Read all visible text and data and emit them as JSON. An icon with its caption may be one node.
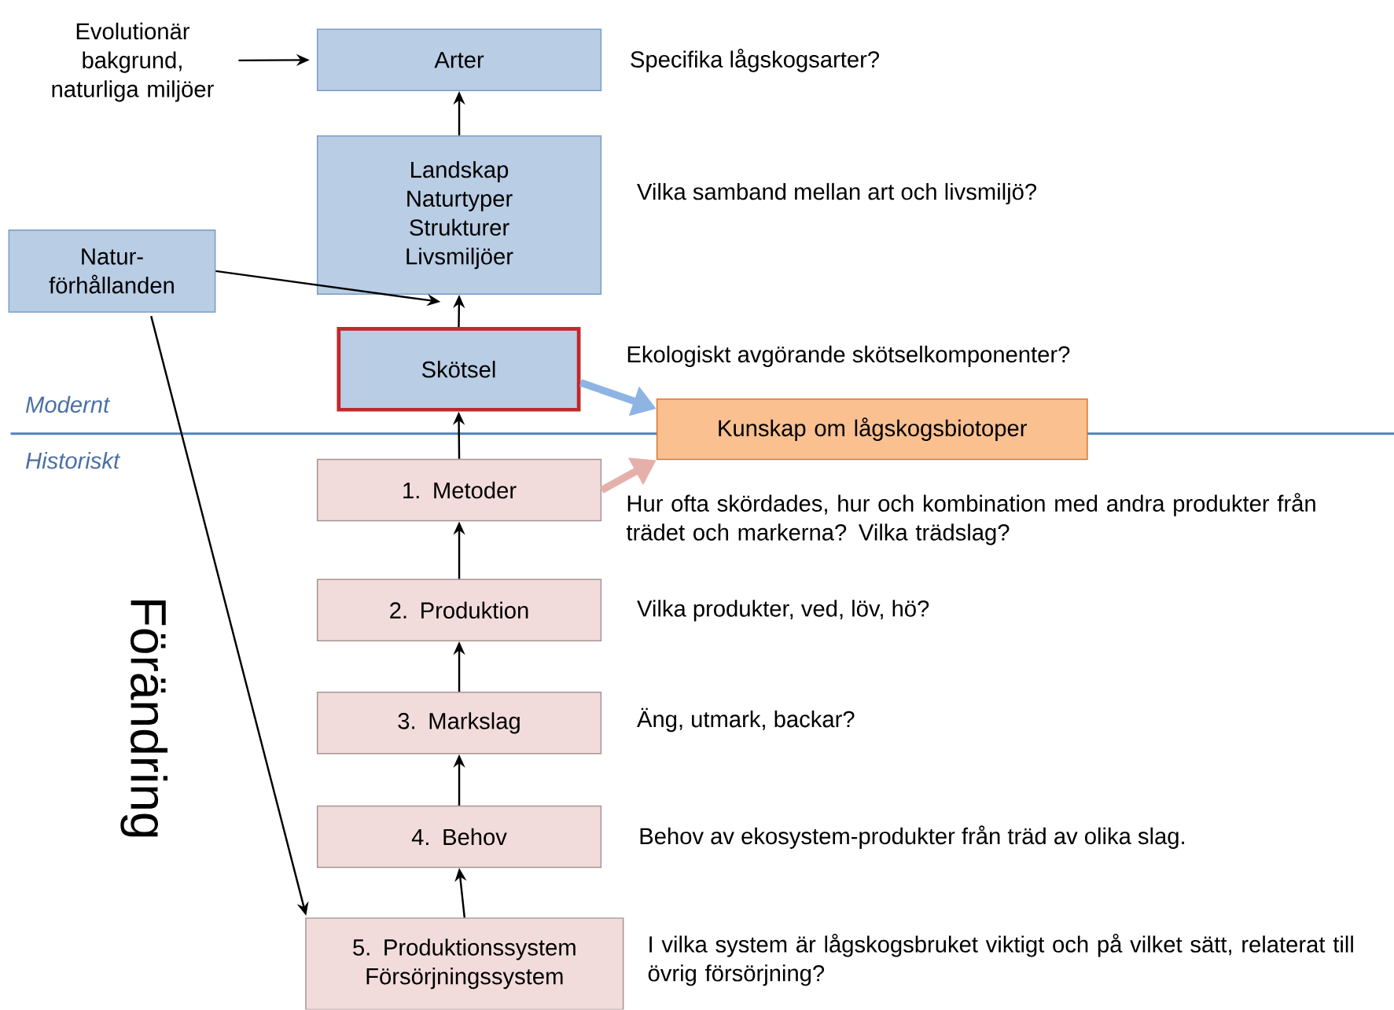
{
  "diagram": {
    "nodes": [
      {
        "text": [
          "Evolutionär bakgrund, naturliga miljöer"
        ]
      },
      {
        "text": [
          "Arter"
        ]
      },
      {
        "text": [
          "Landskap Naturtyper Strukturer Livsmiljöer"
        ]
      },
      {
        "text": [
          "Natur- förhållanden"
        ]
      },
      {
        "text": [
          "Skötsel"
        ]
      },
      {
        "text": [
          "Kunskap om lågskogsbiotoper"
        ]
      },
      {
        "text": [
          "1. Metoder"
        ]
      },
      {
        "text": [
          "2. Produktion"
        ]
      },
      {
        "text": [
          "3. Markslag"
        ]
      },
      {
        "text": [
          "4. Behov"
        ]
      },
      {
        "text": [
          "5. Produktionssystem Försörjningssystem"
        ]
      }
    ],
    "edges": [
      {
        "from": 0,
        "to": 1,
        "arrow": "to"
      },
      {
        "from": 2,
        "to": 1,
        "arrow": "to"
      },
      {
        "from": 3,
        "to": 2,
        "arrow": "to"
      },
      {
        "from": 4,
        "to": 2,
        "arrow": "to"
      },
      {
        "from": 3,
        "to": 10,
        "arrow": "to"
      },
      {
        "from": 4,
        "to": 5,
        "arrow": "to",
        "style": "thick",
        "color": "#8eb4e3"
      },
      {
        "from": 6,
        "to": 4,
        "arrow": "to"
      },
      {
        "from": 6,
        "to": 5,
        "arrow": "to",
        "style": "thick",
        "color": "#e6b0aa"
      },
      {
        "from": 7,
        "to": 6,
        "arrow": "to"
      },
      {
        "from": 8,
        "to": 7,
        "arrow": "to"
      },
      {
        "from": 9,
        "to": 8,
        "arrow": "to"
      },
      {
        "from": 10,
        "to": 9,
        "arrow": "to"
      }
    ],
    "labels": [
      "Specifika lågskogsarter?",
      "Vilka samband mellan art och livsmiljö?",
      "Ekologiskt avgörande skötselkomponenter?",
      "Modernt",
      "Historiskt",
      "Hur ofta skördades, hur och kombination med andra produkter från trädet och markerna?  Vilka trädslag?",
      "Förändring",
      "Vilka produkter, ved, löv, hö?",
      "Äng, utmark, backar?",
      "Behov av ekosystem-produkter från träd av olika slag.",
      "I vilka system är lågskogsbruket viktigt och på vilket sätt, relaterat till övrig försörjning?"
    ]
  }
}
